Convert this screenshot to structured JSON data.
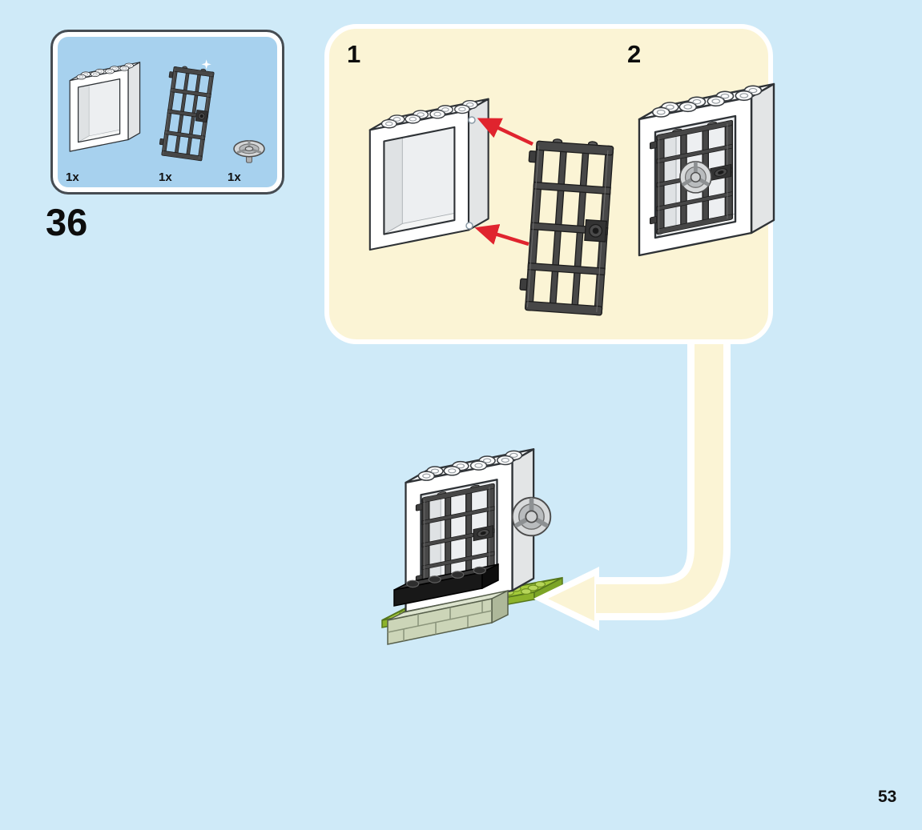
{
  "page": {
    "step_number": "36",
    "page_number": "53"
  },
  "parts_box": {
    "items": [
      {
        "name": "white-door-frame",
        "count": "1x"
      },
      {
        "name": "dark-gray-barred-door",
        "count": "1x"
      },
      {
        "name": "gray-steering-wheel",
        "count": "1x"
      }
    ]
  },
  "substeps": [
    {
      "label": "1"
    },
    {
      "label": "2"
    }
  ],
  "colors": {
    "page_background": "#cfeaf8",
    "parts_box_fill": "#a7d1ee",
    "panel_fill": "#fbf4d5",
    "arrow_red": "#e0242e",
    "plate_green": "#a5cb3b",
    "door_gray": "#474747"
  }
}
